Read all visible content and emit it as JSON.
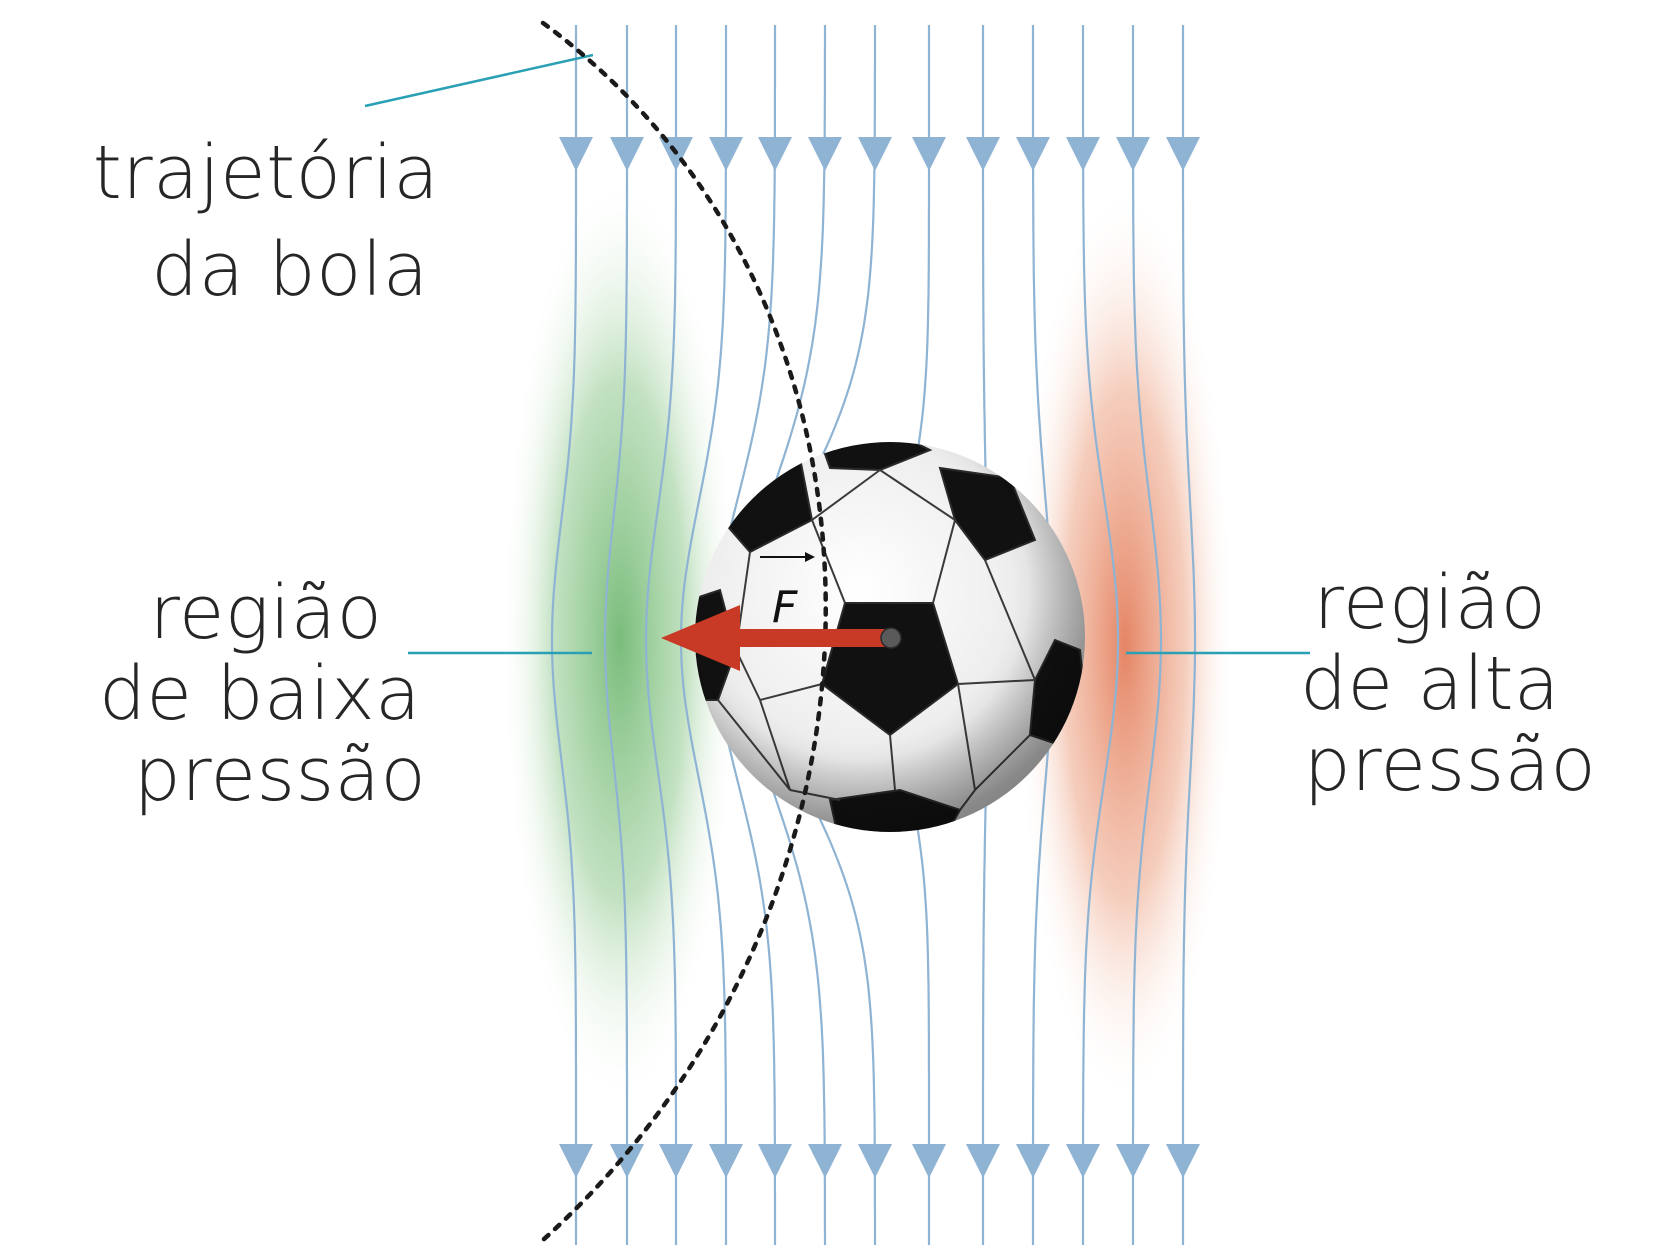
{
  "labels": {
    "trajectory": [
      "trajetória",
      "da bola"
    ],
    "low_pressure": [
      "região",
      "de baixa",
      "pressão"
    ],
    "high_pressure": [
      "região",
      "de alta",
      "pressão"
    ],
    "force": "F"
  },
  "colors": {
    "streamline": "#8fb3d3",
    "leader_line": "#2aa0b4",
    "low_pressure": "#5aad5c",
    "high_pressure": "#e0704a",
    "force_arrow": "#c83a25",
    "trajectory": "#1a1a1a",
    "ball_panel": "#111111",
    "ball_base": "#f2f2f2",
    "text": "#262626"
  },
  "icons": {
    "ball": "soccer-ball-icon",
    "streamline_arrow": "down-arrowhead-icon"
  }
}
